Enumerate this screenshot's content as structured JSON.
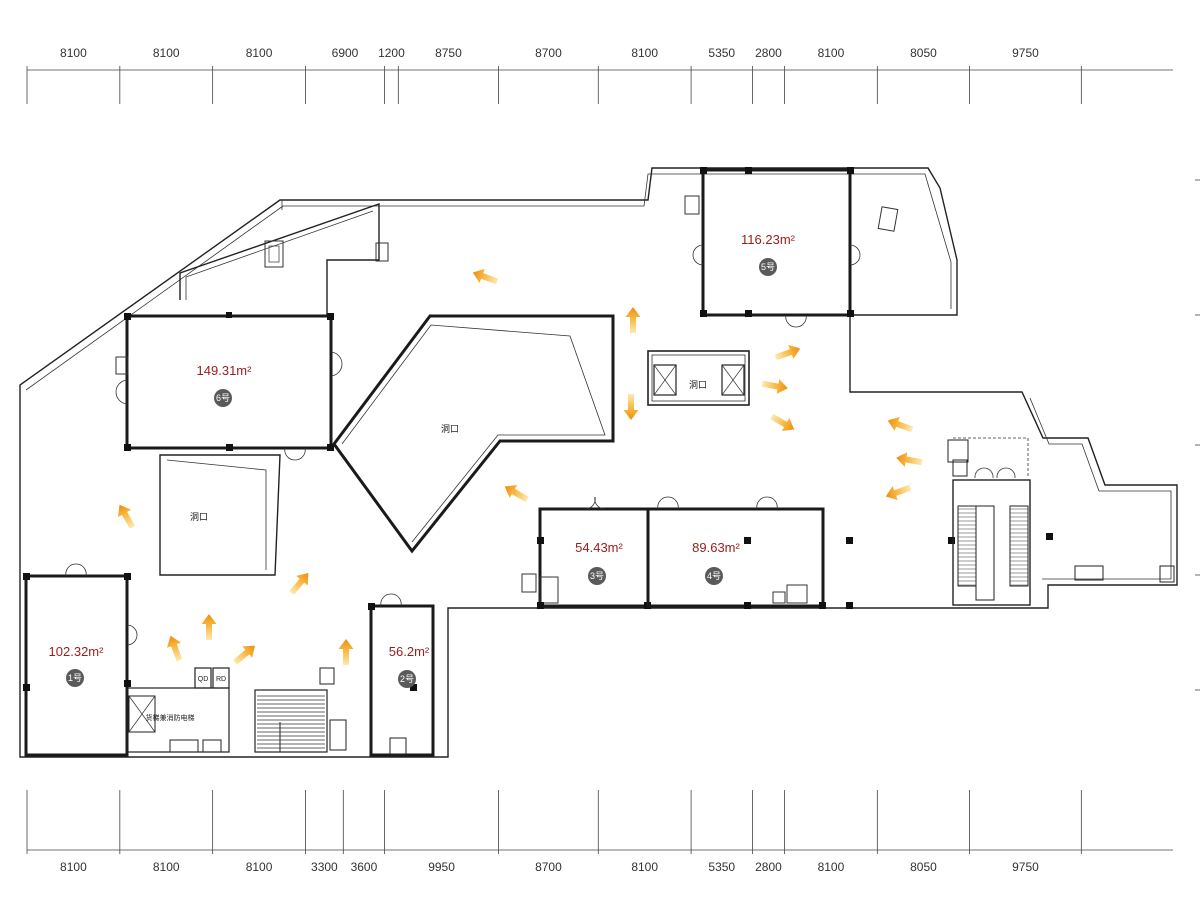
{
  "dimensions": {
    "top": [
      "8100",
      "8100",
      "8100",
      "6900",
      "1200",
      "8750",
      "8700",
      "8100",
      "5350",
      "2800",
      "8100",
      "8050",
      "9750"
    ],
    "bottom": [
      "8100",
      "8100",
      "8100",
      "3300",
      "3600",
      "9950",
      "8700",
      "8100",
      "5350",
      "2800",
      "8100",
      "8050",
      "9750"
    ]
  },
  "units": [
    {
      "area": "116.23m²",
      "number": "5号"
    },
    {
      "area": "149.31m²",
      "number": "6号"
    },
    {
      "area": "54.43m²",
      "number": "3号"
    },
    {
      "area": "89.63m²",
      "number": "4号"
    },
    {
      "area": "102.32m²",
      "number": "1号"
    },
    {
      "area": "56.2m²",
      "number": "2号"
    }
  ],
  "labels": {
    "void": "洞口",
    "qd": "QD",
    "rd": "RD",
    "fire_elevator": "货梯兼消防电梯"
  },
  "colors": {
    "arrow": "#f5a623",
    "area_text": "#9b1b1b",
    "badge": "#5a5a5a",
    "wall": "#222222"
  }
}
